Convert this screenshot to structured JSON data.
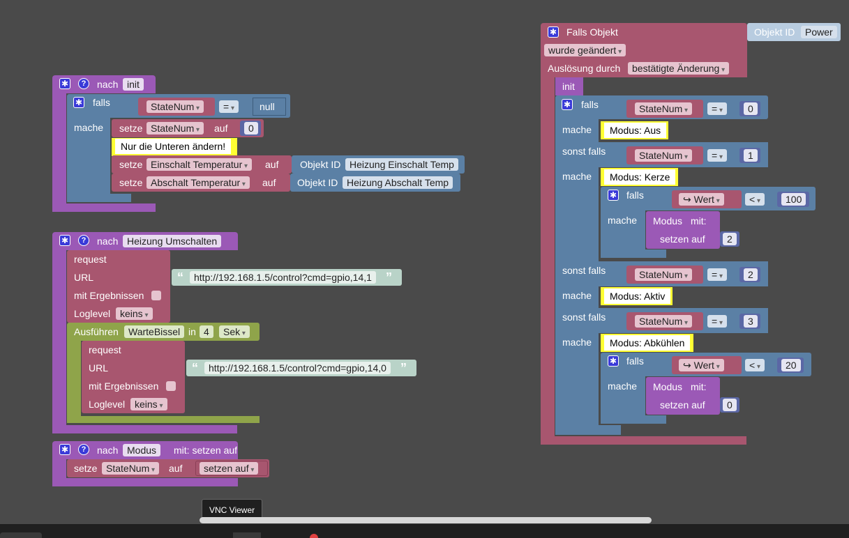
{
  "tooltip": "VNC Viewer",
  "colors": {
    "purple": "#9b59b6",
    "rose": "#a8566f",
    "blue": "#5b80a5",
    "olive": "#8fa44a",
    "teal": "#b9d3c8",
    "text_yellow": "#ffff33"
  },
  "icons": {
    "gear": "gear-icon",
    "help": "help-icon"
  },
  "init_block": {
    "nach": "nach",
    "name": "init",
    "falls": "falls",
    "var": "StateNum",
    "op": "=",
    "value": "null",
    "mache": "mache",
    "setze": "setze",
    "auf": "auf",
    "zero": "0",
    "comment": "Nur die Unteren ändern!",
    "objekt_id": "Objekt ID",
    "row2_var": "Einschalt Temperatur",
    "row2_value": "Heizung Einschalt Temp",
    "row3_var": "Abschalt Temperatur",
    "row3_value": "Heizung Abschalt Temp"
  },
  "heizung_block": {
    "nach": "nach",
    "name": "Heizung Umschalten",
    "request": "request",
    "url": "URL",
    "url1": "http://192.168.1.5/control?cmd=gpio,14,1",
    "mit_ergebnissen": "mit Ergebnissen",
    "loglevel": "Loglevel",
    "keins": "keins",
    "ausfuehren": "Ausführen",
    "timer": "WarteBissel",
    "in": "in",
    "delay": "4",
    "unit": "Sek",
    "url2": "http://192.168.1.5/control?cmd=gpio,14,0",
    "quote_open": "“",
    "quote_close": "”"
  },
  "modus_block": {
    "nach": "nach",
    "name": "Modus",
    "suffix": "mit: setzen auf",
    "setze": "setze",
    "var": "StateNum",
    "auf": "auf",
    "param": "setzen auf"
  },
  "falls_objekt": {
    "title": "Falls Objekt",
    "objekt_id": "Objekt ID",
    "object": "Power",
    "changed": "wurde geändert",
    "trigger_label": "Auslösung durch",
    "trigger": "bestätigte Änderung",
    "init": "init",
    "falls": "falls",
    "mache": "mache",
    "sonst_falls": "sonst falls",
    "var": "StateNum",
    "eq": "=",
    "v0": "0",
    "v1": "1",
    "v2": "2",
    "v3": "3",
    "modus_aus": "Modus: Aus",
    "modus_kerze": "Modus: Kerze",
    "modus_aktiv": "Modus: Aktiv",
    "modus_abkuehlen": "Modus: Abkühlen",
    "wert": "↪ Wert",
    "lt": "<",
    "n100": "100",
    "n20": "20",
    "modus_call": "Modus",
    "mit": "mit:",
    "setzen_auf": "setzen auf",
    "p2": "2",
    "p0": "0"
  }
}
